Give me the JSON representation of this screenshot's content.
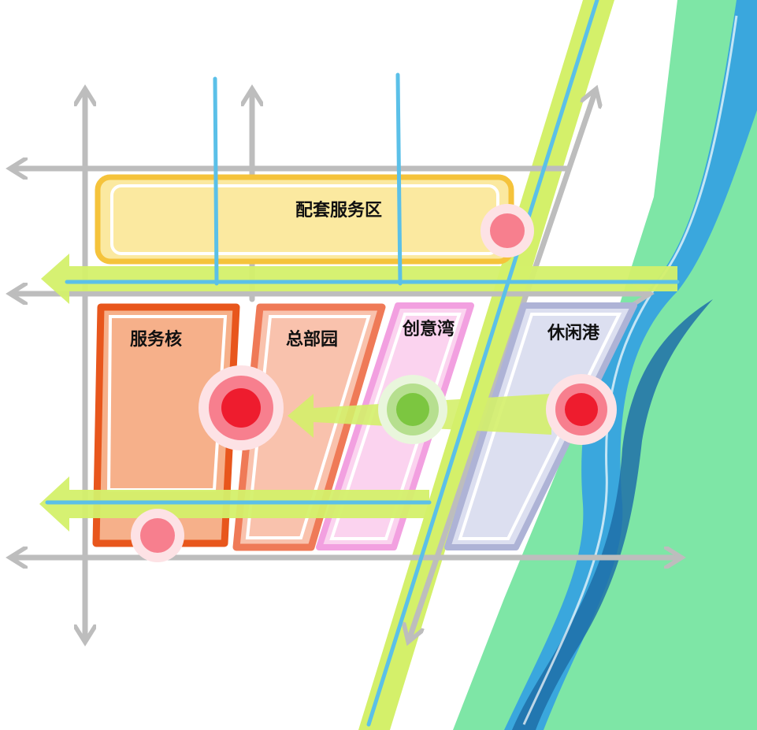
{
  "zones": {
    "service_area": {
      "label": "配套服务区",
      "color": "#fbe9a0",
      "border": "#f5c33b"
    },
    "service_core": {
      "label": "服务核",
      "color": "#f6b08a",
      "border": "#e8561c"
    },
    "hq_park": {
      "label": "总部园",
      "color": "#f9c2ad",
      "border": "#ef7a57"
    },
    "creative_bay": {
      "label": "创意湾",
      "color": "#fbd3ef",
      "border": "#f2a0e0"
    },
    "leisure_port": {
      "label": "休闲港",
      "color": "#dcdff0",
      "border": "#aeb3d6"
    }
  },
  "colors": {
    "road": "#bdbdbd",
    "green_corridor": "#d4f06a",
    "water_line": "#5bc0e8",
    "river_bank": "#7ee6a6",
    "river": "#3aa7dd",
    "river_dark": "#1f6fa8",
    "node_red": "#ee1c2e",
    "node_pink": "#f77f8e",
    "node_green": "#7cc640"
  },
  "icons": {
    "arrow": "arrow-icon",
    "node": "node-icon"
  }
}
